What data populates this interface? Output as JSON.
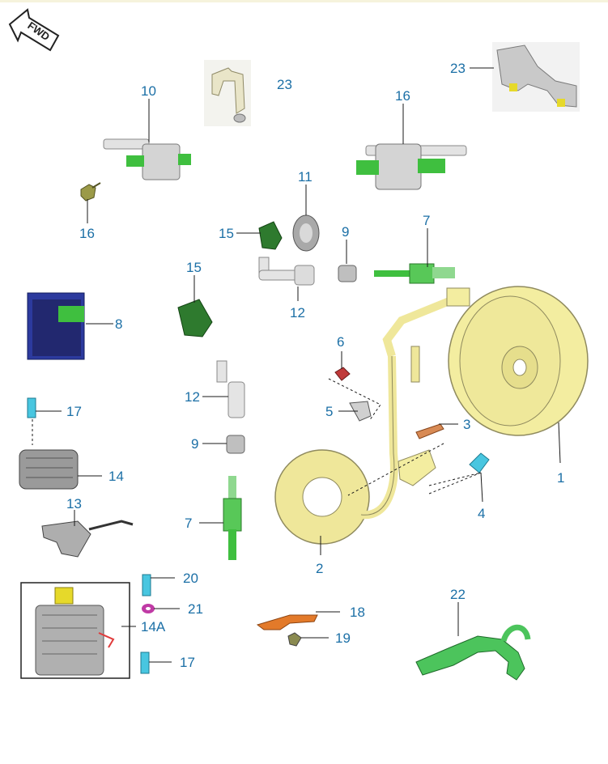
{
  "orientation": {
    "label": "FWD",
    "icon": "forward-arrow-icon"
  },
  "callouts": {
    "c1": "1",
    "c2": "2",
    "c3": "3",
    "c4": "4",
    "c5": "5",
    "c6": "6",
    "c7a": "7",
    "c7b": "7",
    "c8": "8",
    "c9a": "9",
    "c9b": "9",
    "c10": "10",
    "c11": "11",
    "c12a": "12",
    "c12b": "12",
    "c13": "13",
    "c14": "14",
    "c14a": "14A",
    "c15a": "15",
    "c15b": "15",
    "c16a": "16",
    "c16b": "16",
    "c17a": "17",
    "c17b": "17",
    "c18": "18",
    "c19": "19",
    "c20": "20",
    "c21": "21",
    "c22": "22",
    "c23a": "23",
    "c23b": "23"
  },
  "colors": {
    "callout_text": "#1b6fa6",
    "flywheel_yellow": "#f3eda0",
    "part_green": "#3fbf3f",
    "cdi_blue": "#2c3a9e",
    "metal_gray": "#c9c9c9",
    "bolt_cyan": "#48c6e0",
    "washer_magenta": "#c03aa5",
    "bracket_orange": "#e37a2a"
  }
}
